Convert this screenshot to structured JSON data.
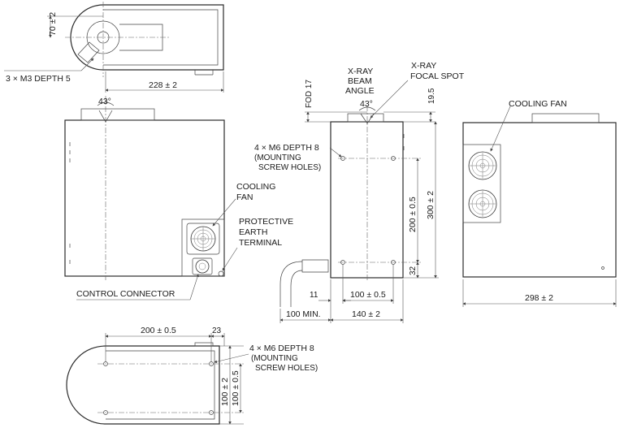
{
  "top_view": {
    "dim_height": "70 ± 2",
    "dim_width": "228 ± 2",
    "screw_note": "3 × M3  DEPTH 5"
  },
  "front_view": {
    "angle": "43°",
    "cooling_fan": [
      "COOLING",
      "FAN"
    ],
    "earth_terminal": [
      "PROTECTIVE",
      "EARTH",
      "TERMINAL"
    ],
    "control_connector": "CONTROL CONNECTOR"
  },
  "side_view": {
    "fod": "FOD 17",
    "beam_angle": [
      "X-RAY",
      "BEAM",
      "ANGLE"
    ],
    "angle": "43°",
    "focal_spot": [
      "X-RAY",
      "FOCAL SPOT"
    ],
    "dim_top": "19.5",
    "mounting_note": [
      "4 × M6  DEPTH 8",
      "(MOUNTING",
      "SCREW HOLES)"
    ],
    "dim_height": "300 ± 2",
    "dim_holes_v": "200 ± 0.5",
    "dim_bottom": "32",
    "dim_left": "11",
    "dim_holes_h": "100 ± 0.5",
    "dim_clearance": "100 MIN.",
    "dim_width": "140 ± 2"
  },
  "rear_view": {
    "cooling_fan": "COOLING FAN",
    "dim_width": "298 ± 2"
  },
  "bottom_view": {
    "dim_holes": "200 ± 0.5",
    "dim_edge": "23",
    "mounting_note": [
      "4 × M6  DEPTH 8",
      "(MOUNTING",
      "SCREW HOLES)"
    ],
    "dim_holes_v": "100 ± 0.5",
    "dim_width": "100 ± 2"
  }
}
